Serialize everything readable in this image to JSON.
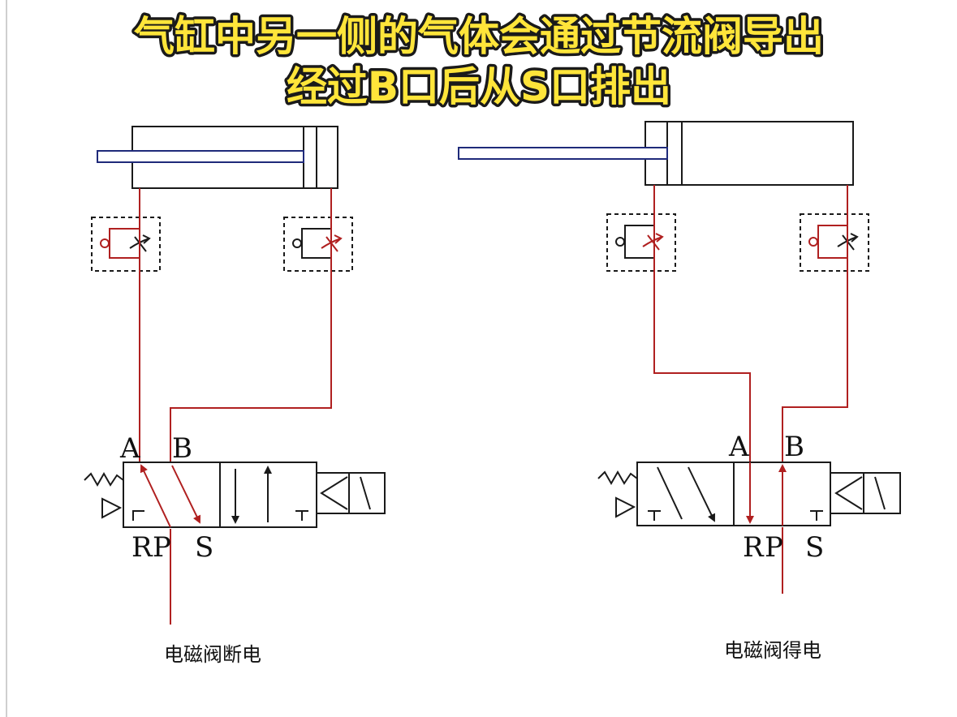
{
  "title": {
    "line1": "气缸中另一侧的气体会通过节流阀导出",
    "line2": "经过B口后从S口排出"
  },
  "left_panel": {
    "caption": "电磁阀断电",
    "port_a": "A",
    "port_b": "B",
    "port_r": "R",
    "port_p": "P",
    "port_s": "S"
  },
  "right_panel": {
    "caption": "电磁阀得电",
    "port_a": "A",
    "port_b": "B",
    "port_r": "R",
    "port_p": "P",
    "port_s": "S"
  },
  "colors": {
    "flow_line": "#b02020",
    "piston_rod": "#1f2a7a",
    "outline": "#1a1a1a",
    "title_fill": "#ffe53a",
    "title_stroke": "#1a1a1a"
  }
}
